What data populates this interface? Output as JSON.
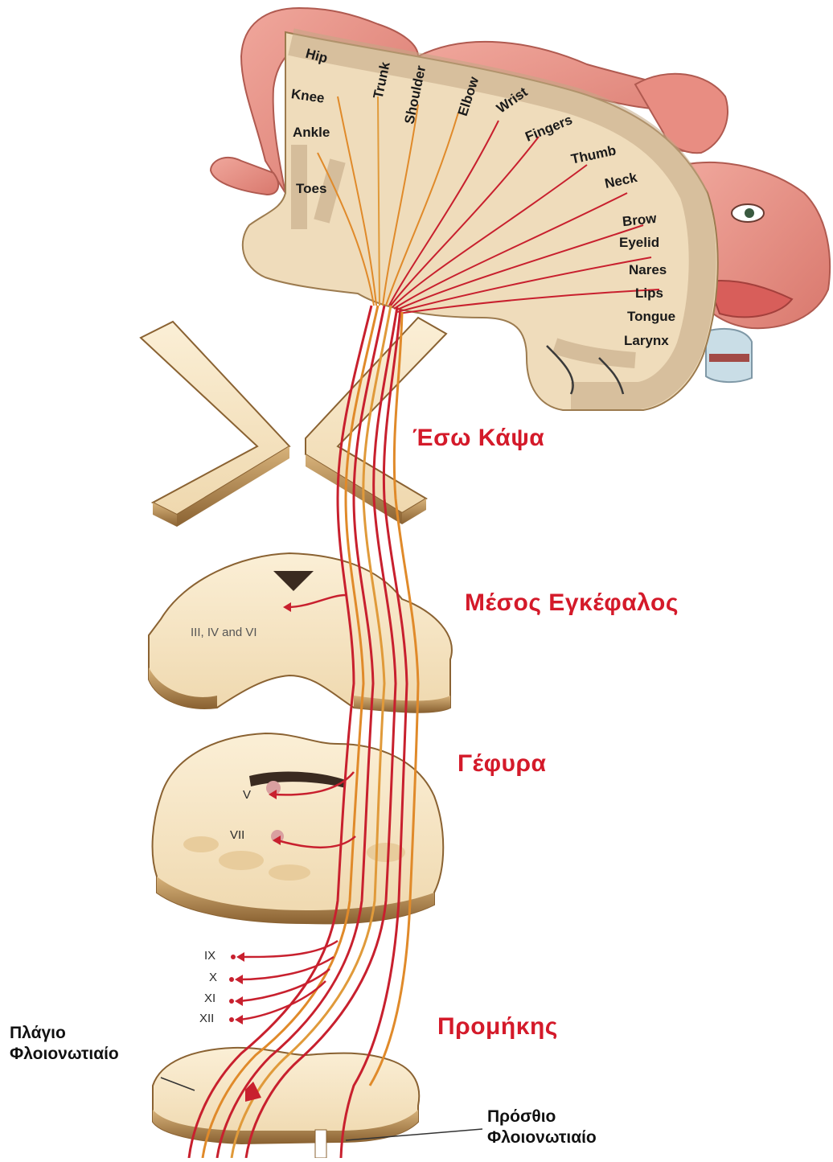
{
  "homunculus_labels": {
    "hip": "Hip",
    "knee": "Knee",
    "ankle": "Ankle",
    "toes": "Toes",
    "trunk": "Trunk",
    "shoulder": "Shoulder",
    "elbow": "Elbow",
    "wrist": "Wrist",
    "fingers": "Fingers",
    "thumb": "Thumb",
    "neck": "Neck",
    "brow": "Brow",
    "eyelid": "Eyelid",
    "nares": "Nares",
    "lips": "Lips",
    "tongue": "Tongue",
    "larynx": "Larynx"
  },
  "regions": {
    "internal_capsule": "Έσω Κάψα",
    "midbrain": "Μέσος Εγκέφαλος",
    "pons": "Γέφυρα",
    "medulla": "Προμήκης"
  },
  "nuclei": {
    "midbrain": "III, IV and VI",
    "pons_v": "V",
    "pons_vii": "VII",
    "ix": "IX",
    "x": "X",
    "xi": "XI",
    "xii": "XII"
  },
  "tracts": {
    "lateral_line1": "Πλάγιο",
    "lateral_line2": "Φλοιονωτιαίο",
    "anterior_line1": "Πρόσθιο",
    "anterior_line2": "Φλοιονωτιαίο"
  },
  "colors": {
    "region_label": "#d41a2a",
    "tract_red": "#c8202e",
    "tract_orange": "#e08a2a",
    "tissue": "#f4e2bf",
    "tissue_edge": "#a07a45",
    "cortex": "#cdb596",
    "skin": "#e8948a"
  }
}
